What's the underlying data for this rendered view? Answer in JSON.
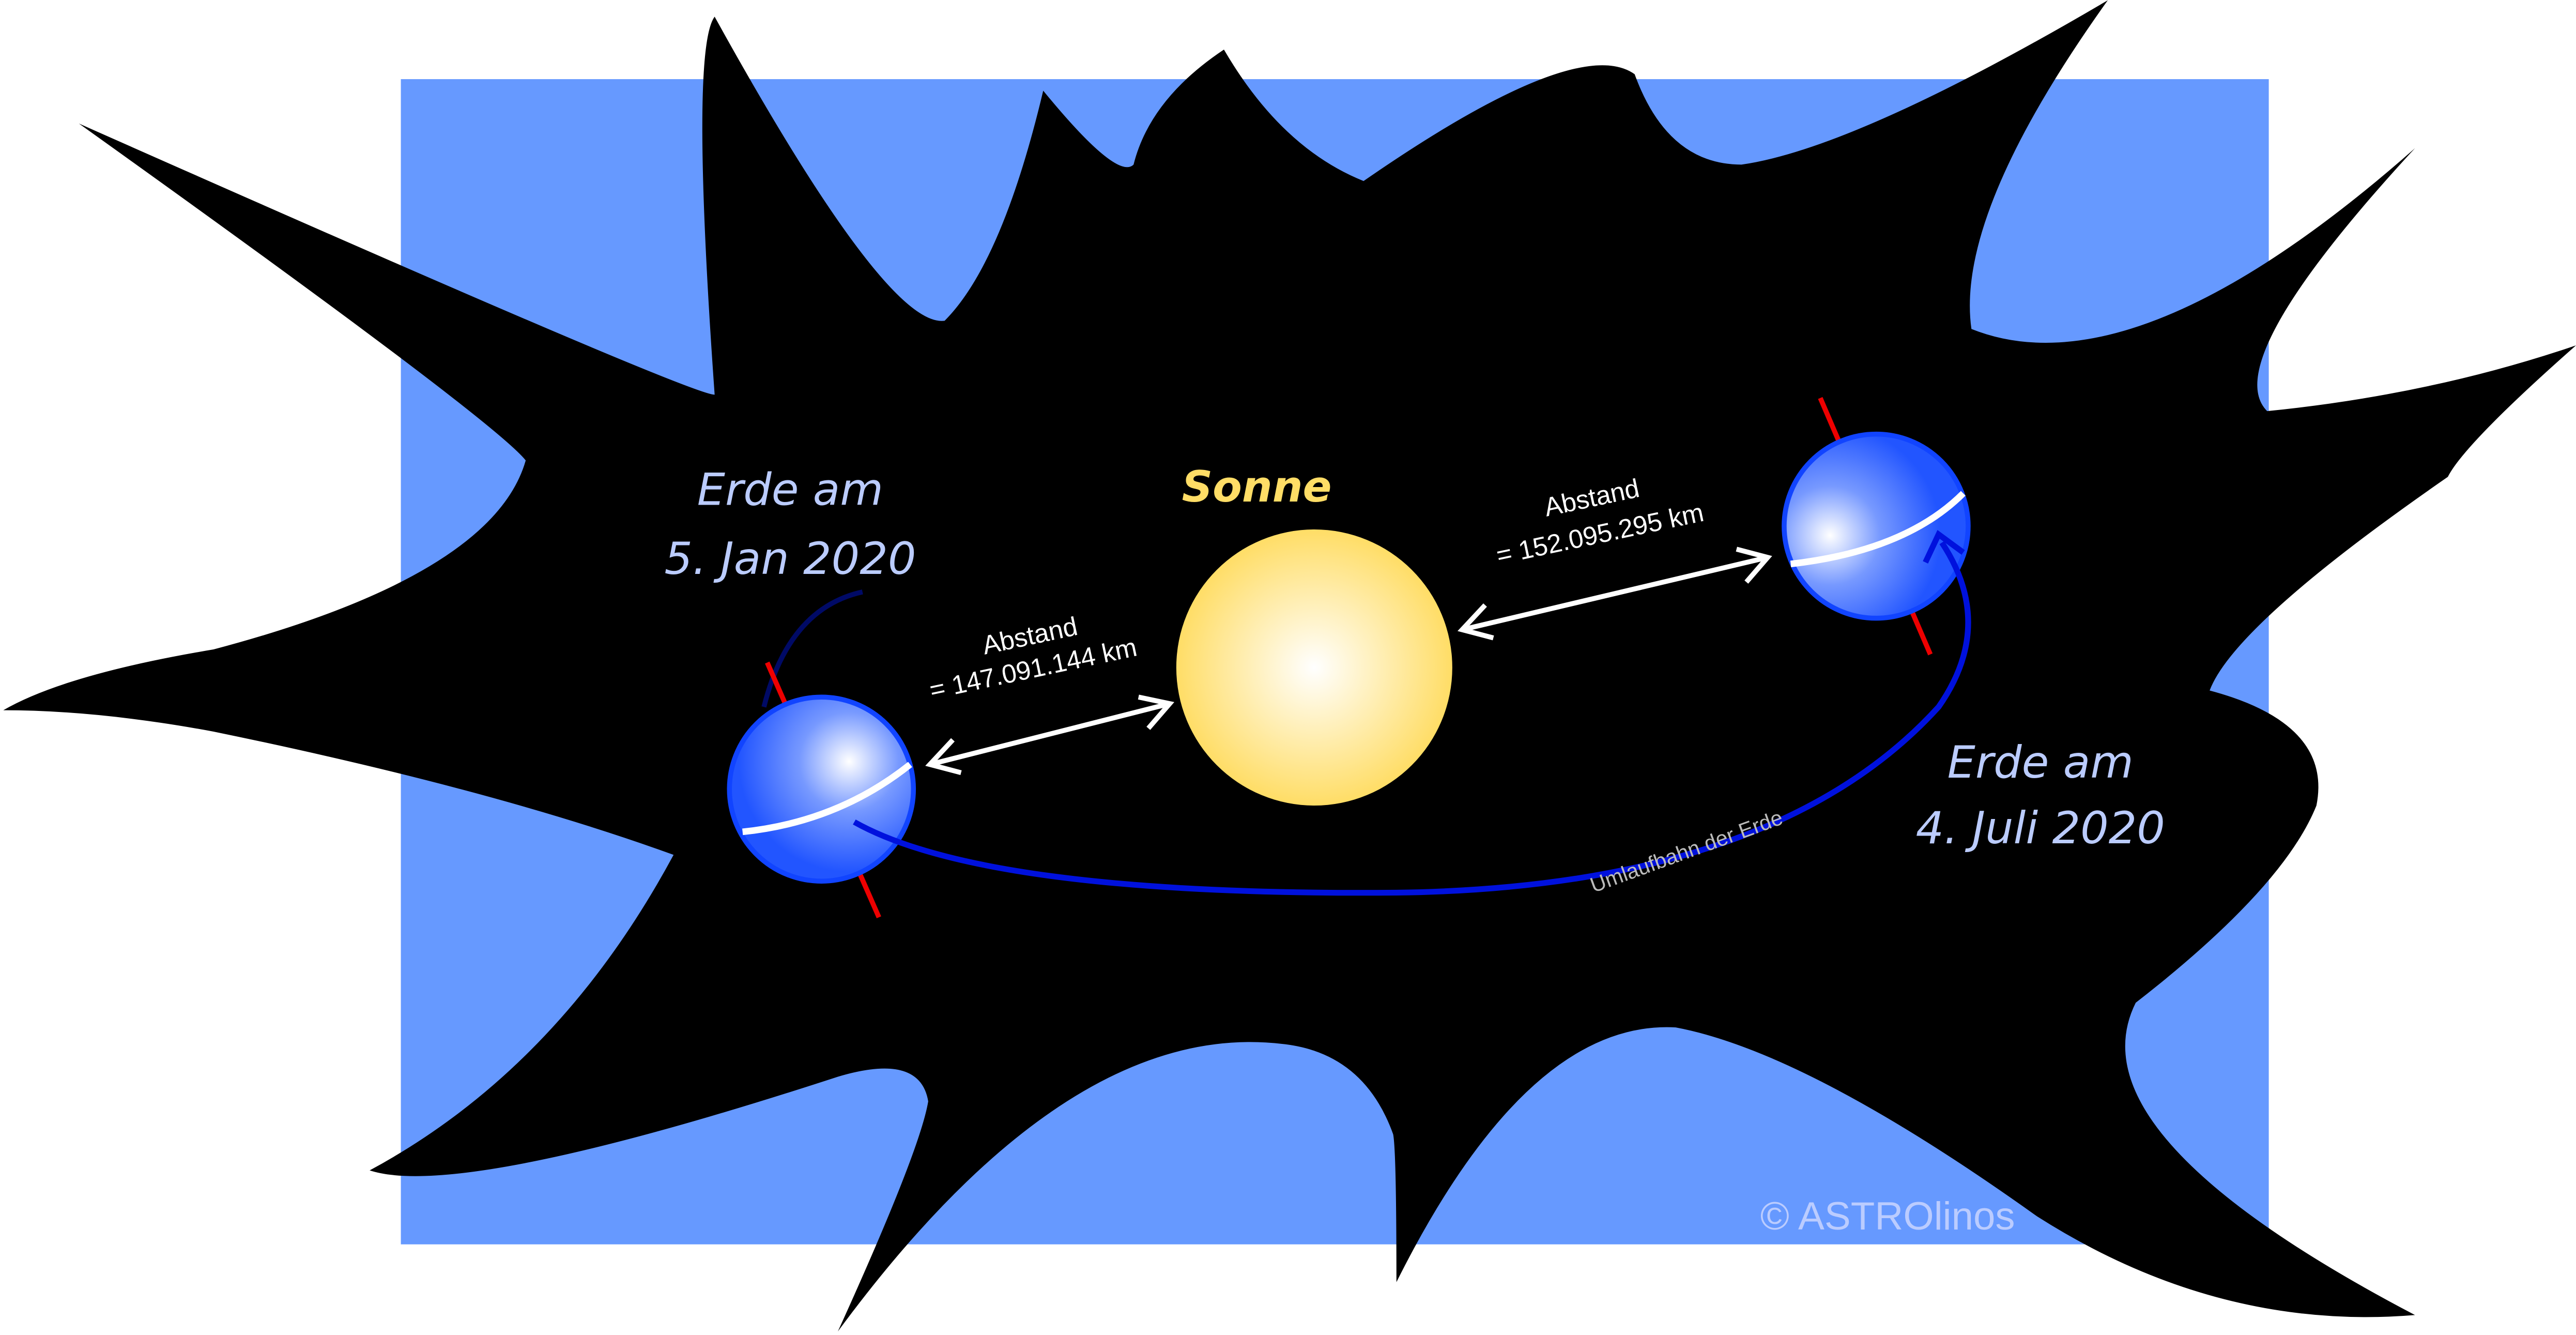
{
  "title_sun": "Sonne",
  "earth_january": {
    "line1": "Erde am",
    "line2": "5. Jan 2020"
  },
  "earth_july": {
    "line1": "Erde am",
    "line2": "4. Juli 2020"
  },
  "distance_perihelion": {
    "line1": "Abstand",
    "line2": "= 147.091.144 km"
  },
  "distance_aphelion": {
    "line1": "Abstand",
    "line2": "= 152.095.295 km"
  },
  "orbit_label": "Umlaufbahn der Erde",
  "copyright": "© ASTROlinos",
  "colors": {
    "background_panel": "#6699ff",
    "space": "#000000",
    "sun": "#ffdd66",
    "earth": "#3366ff",
    "orbit": "#0011dd",
    "axis": "#ee0000",
    "earth_label": "#bbccff",
    "sun_label": "#ffdd66"
  }
}
